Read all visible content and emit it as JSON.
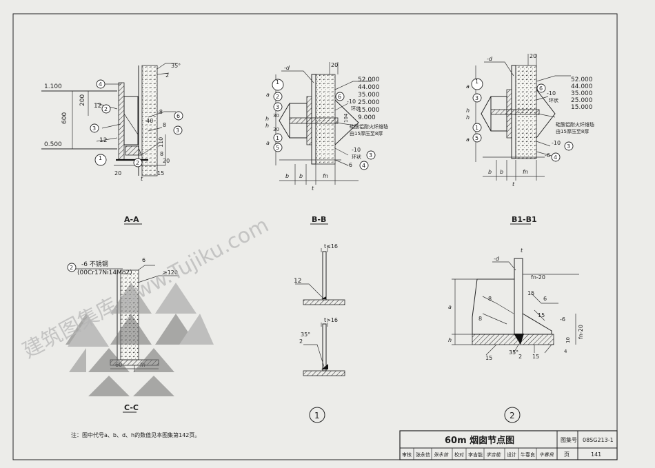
{
  "sheet": {
    "title": "60m 烟囱节点图",
    "atlas_label": "图集号",
    "atlas_no": "08SG213-1",
    "page_label": "页",
    "page_no": "141",
    "title_row": [
      "审核",
      "张永信",
      "张永信",
      "校对",
      "李吉能",
      "李吉能",
      "设计",
      "牛春良",
      "牛春良"
    ],
    "note": "注：图中代号a、b、d、h的数值见本图集第142页。"
  },
  "section_aa": {
    "label": "A-A",
    "elev_top": "1.100",
    "elev_bottom": "0.500",
    "dim_600": "600",
    "dim_200": "200",
    "dim_40": "40",
    "dim_110": "110",
    "dim_20a": "20",
    "dim_20b": "20",
    "dim_15": "15",
    "dim_t": "t",
    "angle": "35°",
    "weld_12a": "12",
    "weld_12b": "12",
    "weld_8a": "8",
    "weld_8b": "8",
    "weld_minus8": "-8",
    "weld_2": "2",
    "bubbles": [
      "4",
      "2",
      "3",
      "1",
      "2",
      "6",
      "3"
    ]
  },
  "section_bb": {
    "label": "B-B",
    "plate": "-d",
    "dim_20": "20",
    "elevations": [
      "52.000",
      "44.000",
      "35.000",
      "25.000",
      "15.000",
      "9.000"
    ],
    "note_a": "-10",
    "note_b": "环状",
    "note_c": "硅酸铝耐火纤维毡",
    "note_d": "由15厚压至8厚",
    "note_e": "-10",
    "note_f": "环状",
    "note_g": "-6",
    "dims_bottom": [
      "b",
      "b",
      "t",
      "fn"
    ],
    "dims_side": [
      "a",
      "a",
      "h",
      "h",
      "30",
      "30",
      "104"
    ],
    "bubbles": [
      "1",
      "2",
      "6",
      "3",
      "1",
      "5",
      "3",
      "4"
    ]
  },
  "section_b1b1": {
    "label": "B1-B1",
    "plate": "-d",
    "dim_20": "20",
    "elevations": [
      "52.000",
      "44.000",
      "35.000",
      "25.000",
      "15.000"
    ],
    "note_a": "-10",
    "note_b": "环状",
    "note_c": "硅酸铝耐火纤维毡",
    "note_d": "由15厚压至8厚",
    "note_e": "-10",
    "note_g": "-6",
    "dims_bottom": [
      "b",
      "b",
      "t",
      "fn"
    ],
    "dims_side": [
      "a",
      "a",
      "h",
      "h"
    ],
    "bubbles": [
      "1",
      "6",
      "3",
      "1",
      "5",
      "3",
      "4"
    ]
  },
  "section_cc": {
    "label": "C-C",
    "plate": "-6 不锈钢",
    "plate_mat": "(00Cr17Ni14Mo2)",
    "dim_60": "60",
    "dim_fn": "fn",
    "weld_6": "6",
    "weld_120": "≥120",
    "bubble": "2"
  },
  "detail_1": {
    "number": "1",
    "top_label": "t≤16",
    "bottom_label": "t>16",
    "weld_12": "12",
    "angle": "35°",
    "gap": "2"
  },
  "detail_2": {
    "number": "2",
    "plate": "-d",
    "dim_t": "t",
    "dim_fn20a": "fn-20",
    "dim_fn20b": "fn-20",
    "dim_a": "a",
    "dim_h": "h",
    "weld_8a": "8",
    "weld_8b": "8",
    "weld_15a": "15",
    "weld_15b": "15",
    "weld_15c": "15",
    "weld_15d": "15",
    "weld_6": "6",
    "minus6": "-6",
    "angle": "35°",
    "dim_2": "2",
    "dim_10": "10",
    "dim_4": "4"
  },
  "watermark": {
    "text": "建筑图集库 www.Tujiku.com"
  }
}
